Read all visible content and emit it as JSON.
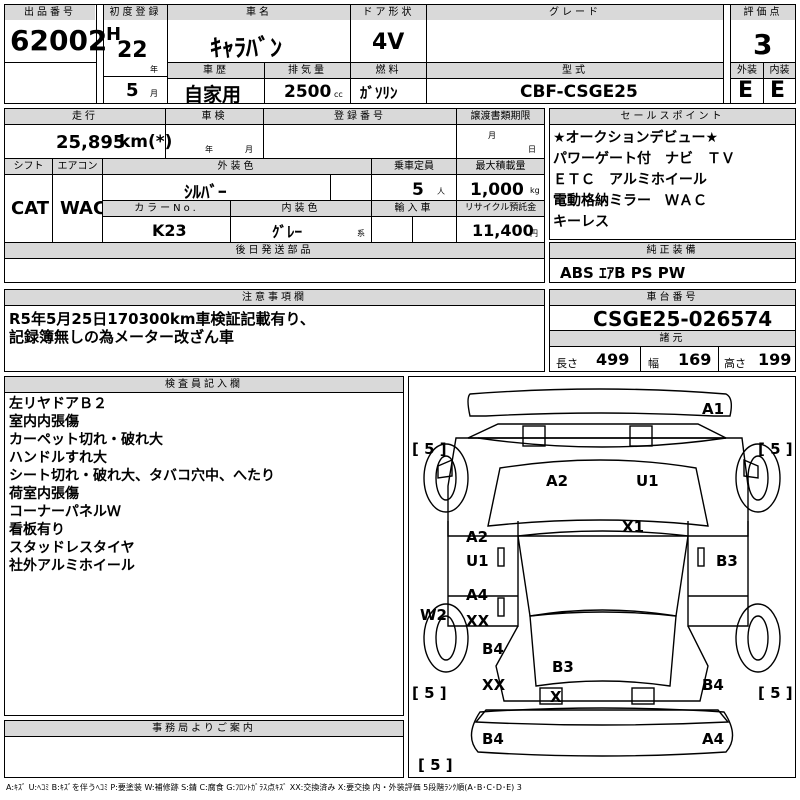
{
  "header": {
    "lot_label": "出品番号",
    "lot": "62002",
    "first_reg_label": "初度登録",
    "era": "H",
    "year": "22",
    "year_unit": "年",
    "month": "5",
    "month_unit": "月",
    "car_name_label": "車名",
    "car_name": "ｷｬﾗﾊﾞﾝ",
    "door_label": "ドア形状",
    "door": "4V",
    "grade_label": "グレード",
    "grade": "",
    "score_label": "評価点",
    "score": "3",
    "history_label": "車歴",
    "history": "自家用",
    "displacement_label": "排気量",
    "displacement": "2500",
    "displacement_unit": "cc",
    "fuel_label": "燃料",
    "fuel": "ｶﾞｿﾘﾝ",
    "model_label": "型式",
    "model": "CBF-CSGE25",
    "exterior_label": "外装",
    "exterior": "E",
    "interior_label": "内装",
    "interior": "E"
  },
  "row2": {
    "mileage_label": "走行",
    "mileage": "25,895",
    "mileage_unit": "km(*)",
    "inspection_label": "車検",
    "insp_year_unit": "年",
    "insp_month_unit": "月",
    "reg_label": "登録番号",
    "transfer_label": "譲渡書類期限",
    "transfer_month_unit": "月",
    "transfer_day_unit": "日",
    "shift_label": "シフト",
    "shift": "CAT",
    "ac_label": "エアコン",
    "ac": "WAC",
    "ext_color_label": "外装色",
    "ext_color": "ｼﾙﾊﾞｰ",
    "capacity_label": "乗車定員",
    "capacity": "5",
    "capacity_unit": "人",
    "max_load_label": "最大積載量",
    "max_load": "1,000",
    "max_load_unit": "kg",
    "color_no_label": "カラーNo.",
    "color_no": "K23",
    "int_color_label": "内装色",
    "int_color": "ｸﾞﾚｰ",
    "int_color_unit": "系",
    "import_label": "輸入車",
    "recycle_label": "リサイクル預託金",
    "recycle": "11,400",
    "recycle_unit": "円",
    "later_label": "後日発送部品"
  },
  "selling_points": {
    "label": "セールスポイント",
    "lines": [
      "★オークションデビュー★",
      "パワーゲート付　ナビ　ＴＶ",
      "ＥＴＣ　アルミホイール",
      "電動格納ミラー　ＷＡＣ",
      "キーレス"
    ]
  },
  "equipment": {
    "label": "純正装備",
    "value": "ABS ｴｱB PS PW"
  },
  "notes": {
    "label": "注意事項欄",
    "lines": [
      "R5年5月25日170300km車検証記載有り、",
      "記録簿無しの為メーター改ざん車"
    ]
  },
  "chassis": {
    "label": "車台番号",
    "value": "CSGE25-026574",
    "dims_label": "諸元",
    "length_label": "長さ",
    "length": "499",
    "width_label": "幅",
    "width": "169",
    "height_label": "高さ",
    "height": "199"
  },
  "inspector": {
    "label": "検査員記入欄",
    "lines": [
      "左リヤドアＢ２",
      "室内内張傷",
      "カーペット切れ・破れ大",
      "ハンドルすれ大",
      "シート切れ・破れ大、タバコ穴中、へたり",
      "荷室内張傷",
      "コーナーパネルＷ",
      "看板有り",
      "スタッドレスタイヤ",
      "社外アルミホイール"
    ]
  },
  "office": {
    "label": "事務局よりご案内"
  },
  "diagram": {
    "tire_fl": "[ 5 ]",
    "tire_fr": "[ 5 ]",
    "tire_rl": "[ 5 ]",
    "tire_rr": "[ 5 ]",
    "tire_spare": "[ 5 ]",
    "marks": {
      "a1": "A1",
      "a2_roof": "A2",
      "u1_roof": "U1",
      "x1": "X1",
      "a2_left": "A2",
      "u1_left": "U1",
      "b3_right": "B3",
      "a4_left": "A4",
      "xx_left": "XX",
      "w2": "W2",
      "b4_left": "B4",
      "b3_rear": "B3",
      "xx_rear": "XX",
      "x_rear": "X",
      "b4_rear_right": "B4",
      "b4_bottom": "B4",
      "a4_bottom": "A4"
    }
  },
  "legend": "A:ｷｽﾞ U:ﾍｺﾐ B:ｷｽﾞを伴うﾍｺﾐ P:要塗装 W:補修跡 S:錆 C:腐食 G:ﾌﾛﾝﾄｶﾞﾗｽ点ｷｽﾞ XX:交換済み X:要交換 内・外装評価 5段階ﾗﾝｸ順(A･B･C･D･E) 3"
}
